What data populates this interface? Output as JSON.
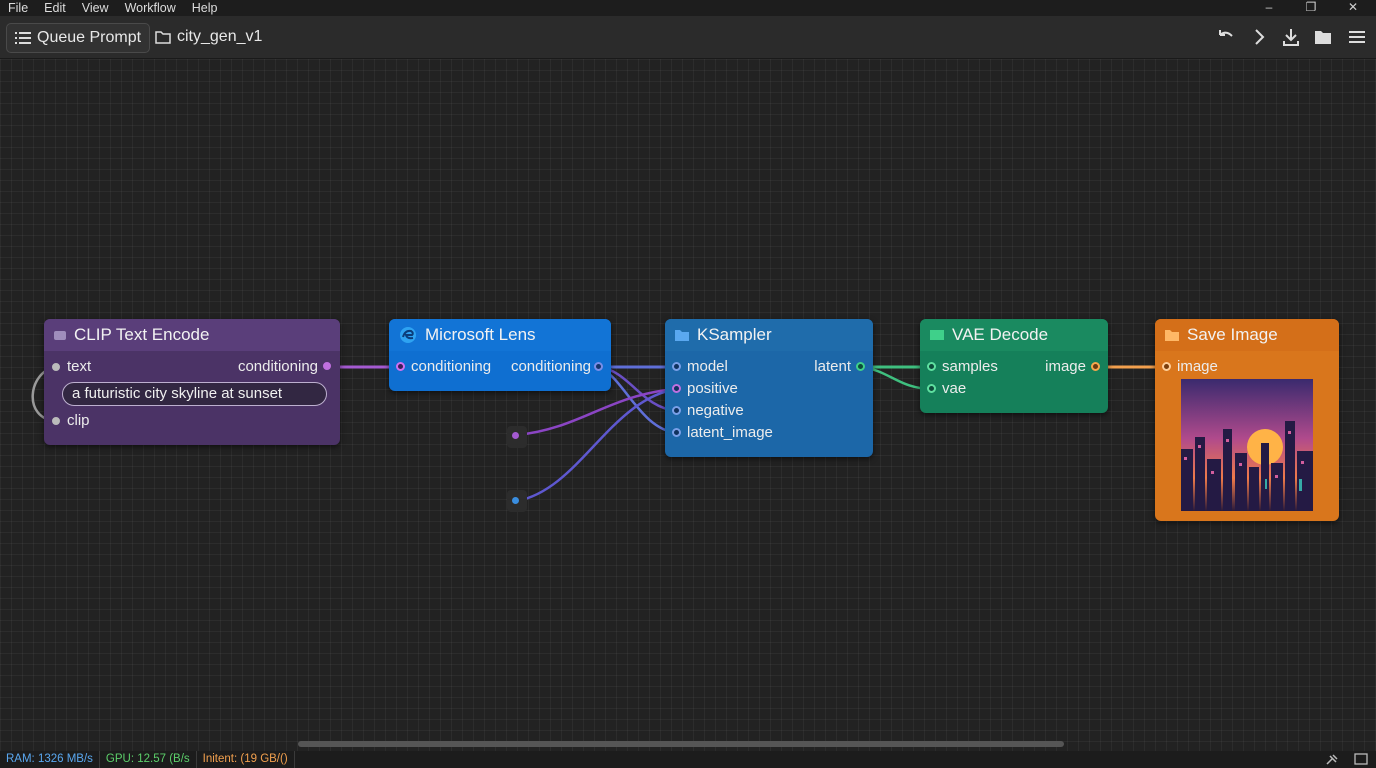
{
  "menu": [
    "File",
    "Edit",
    "View",
    "Workflow",
    "Help"
  ],
  "toolbar": {
    "queue_label": "Queue Prompt",
    "file_name": "city_gen_v1"
  },
  "nodes": {
    "clip": {
      "title": "CLIP Text Encode",
      "input_text": "text",
      "input_clip": "clip",
      "output": "conditioning",
      "prompt_value": "a futuristic city skyline at sunset",
      "color": "#4b3366"
    },
    "lens": {
      "title": "Microsoft Lens",
      "input": "conditioning",
      "output": "conditioning",
      "color": "#0f6fd1"
    },
    "ksampler": {
      "title": "KSampler",
      "inputs": [
        "model",
        "positive",
        "negative",
        "latent_image"
      ],
      "output": "latent",
      "color": "#1c67a8"
    },
    "vae": {
      "title": "VAE Decode",
      "inputs": [
        "samples",
        "vae"
      ],
      "output": "image",
      "color": "#15805a"
    },
    "save": {
      "title": "Save Image",
      "input": "image",
      "color": "#d9761c"
    }
  },
  "status": {
    "ram": "RAM: 1326 MB/s",
    "gpu": "GPU: 12.57 (B/s",
    "intent": "Initent: (19 GB/()"
  },
  "icons": [
    "list-icon",
    "folder-icon",
    "undo-icon",
    "forward-icon",
    "download-icon",
    "open-folder-icon",
    "hamburger-icon",
    "minimize-icon",
    "restore-icon",
    "close-icon",
    "edge-icon",
    "plug-icon",
    "panel-icon"
  ],
  "colors": {
    "clip_header": "#5a3e7a",
    "lens_header": "#1274d6",
    "ksampler_header": "#1f6cab",
    "vae_header": "#1a8a60",
    "save_header": "#d46f19",
    "wire_purple": "#a45ad1",
    "wire_blue": "#5f6fd8",
    "wire_green": "#3fbf7f",
    "wire_orange": "#f2a04e"
  }
}
